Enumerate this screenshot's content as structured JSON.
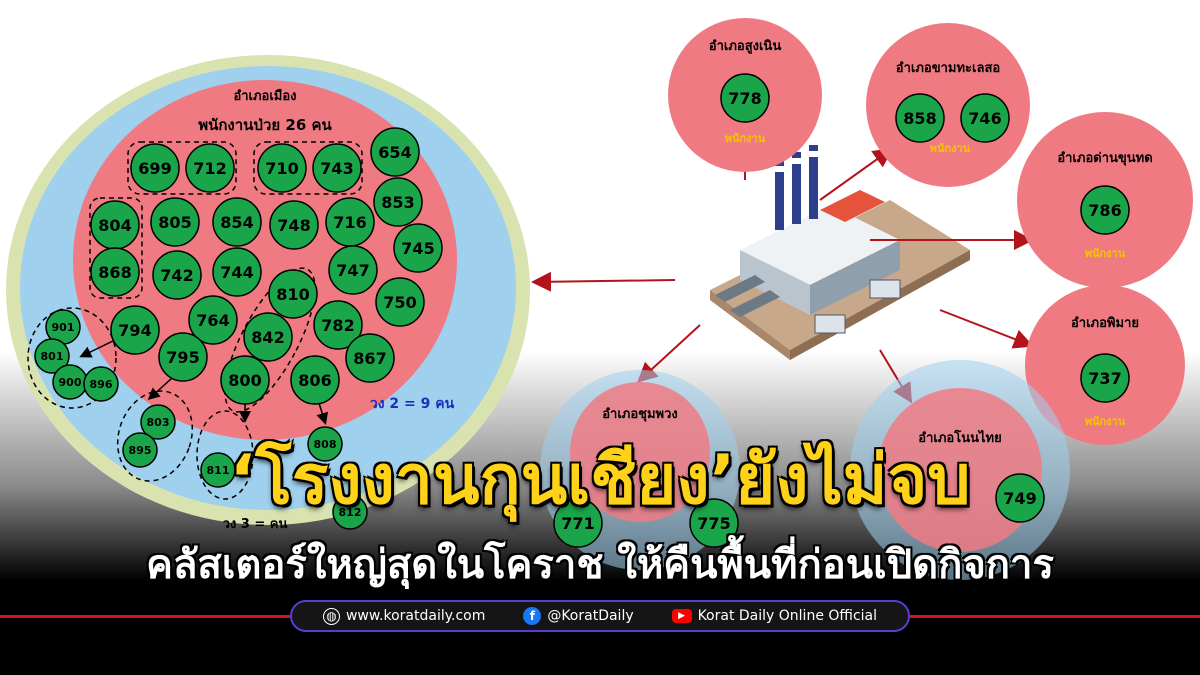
{
  "colors": {
    "pink": "#f07a82",
    "green": "#1aa54a",
    "light_blue": "#9fd0ee",
    "yellow_label": "#f4c400",
    "headline_yellow": "#ffd21a",
    "arrow_red": "#b3141c"
  },
  "diagram": {
    "mueang": {
      "title": "อำเภอเมือง",
      "subtitle": "พนักงานป่วย 26 คน",
      "ring2_label": "วง 2 = 9 คน",
      "ring3_label": "วง 3 = คน",
      "nodes": [
        "699",
        "712",
        "710",
        "743",
        "654",
        "804",
        "868",
        "805",
        "854",
        "748",
        "716",
        "853",
        "742",
        "744",
        "747",
        "745",
        "810",
        "750",
        "794",
        "764",
        "842",
        "782",
        "795",
        "867",
        "800",
        "806"
      ],
      "ring2_nodes": [
        "901",
        "801",
        "900",
        "896",
        "803",
        "895",
        "808",
        "812",
        "811"
      ]
    },
    "districts": [
      {
        "name": "อำเภอสูงเนิน",
        "nodes": [
          "778"
        ],
        "label": "พนักงาน"
      },
      {
        "name": "อำเภอขามทะเลสอ",
        "nodes": [
          "858",
          "746"
        ],
        "label": "พนักงาน"
      },
      {
        "name": "อำเภอด่านขุนทด",
        "nodes": [
          "786"
        ],
        "label": "พนักงาน"
      },
      {
        "name": "อำเภอพิมาย",
        "nodes": [
          "737"
        ],
        "label": "พนักงาน"
      },
      {
        "name": "อำเภอโนนไทย",
        "nodes": [
          "749"
        ]
      },
      {
        "name": "อำเภอชุมพวง",
        "nodes": [
          "771",
          "775"
        ]
      }
    ]
  },
  "headline": {
    "main": "‘โรงงานกุนเชียง’ยังไม่จบ",
    "sub": "คลัสเตอร์ใหญ่สุดในโคราช  ให้คืนพื้นที่ก่อนเปิดกิจการ"
  },
  "footer": {
    "website": "www.koratdaily.com",
    "facebook": "@KoratDaily",
    "youtube": "Korat Daily Online Official",
    "icons": [
      "globe-icon",
      "facebook-icon",
      "youtube-icon"
    ]
  }
}
